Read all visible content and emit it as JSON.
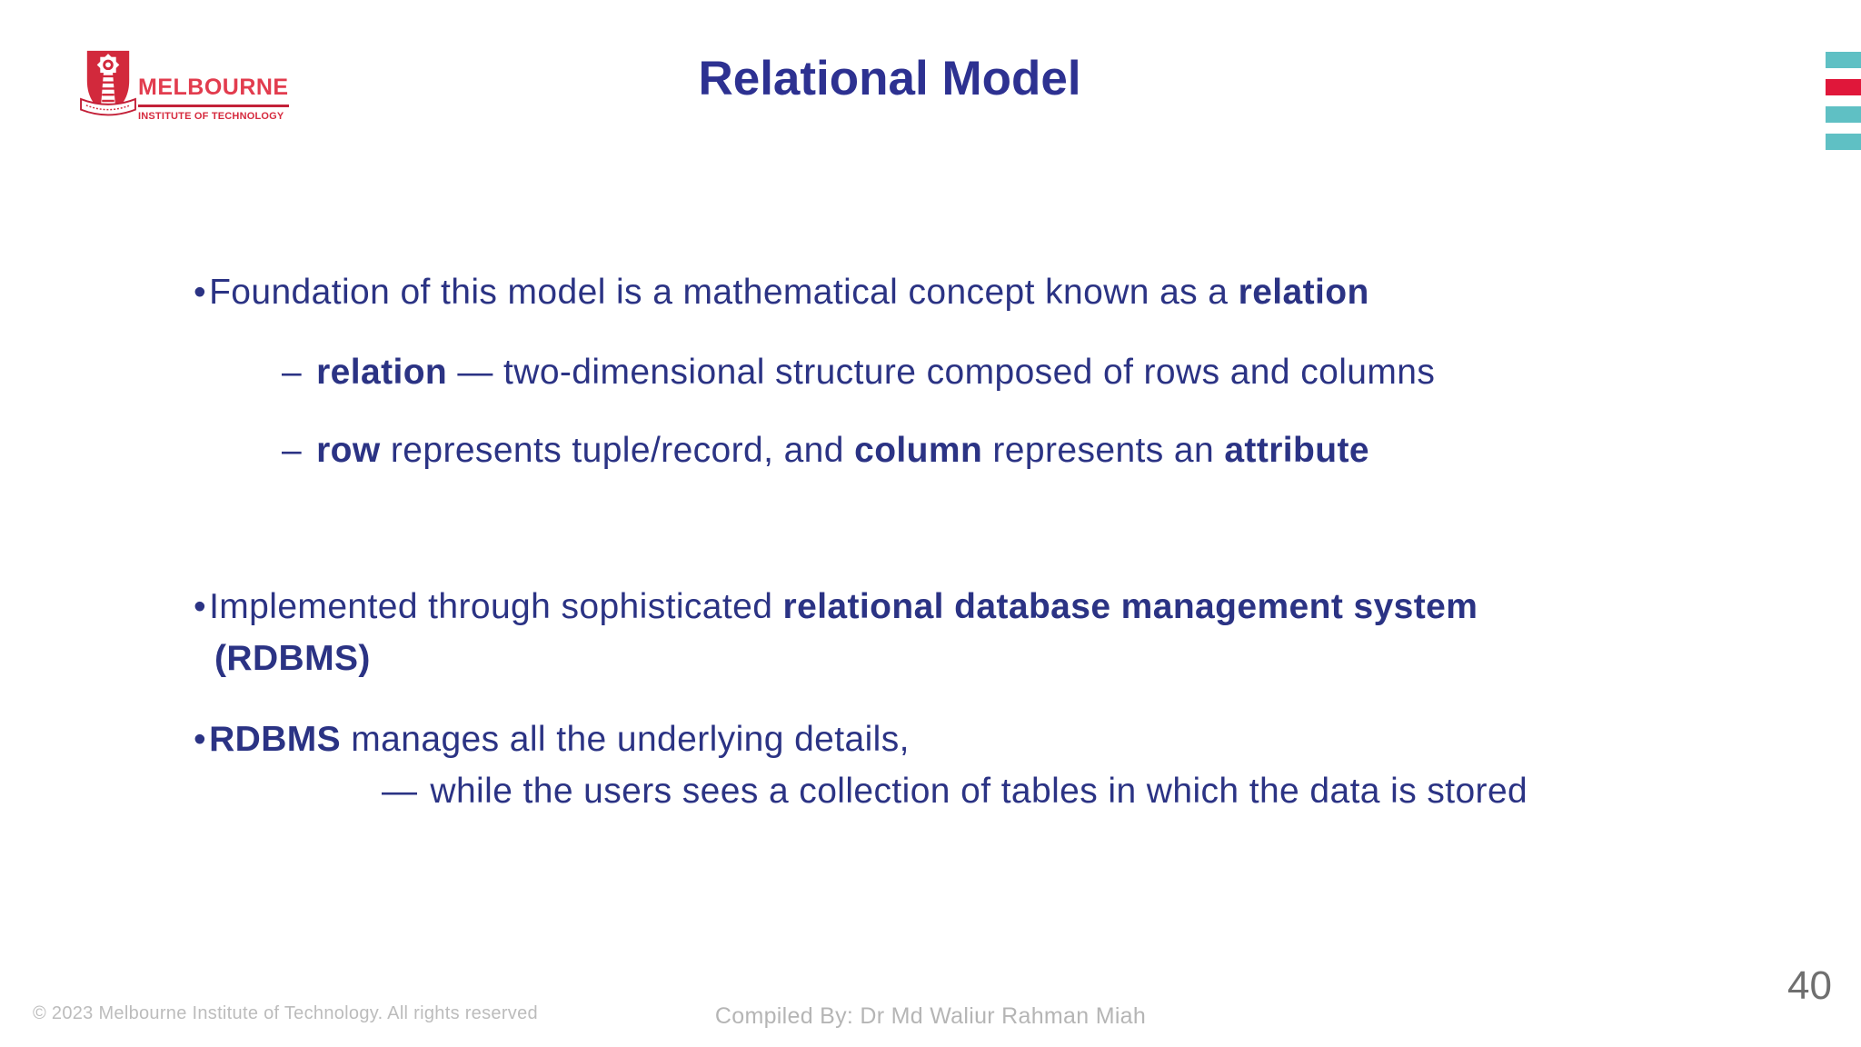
{
  "slide": {
    "title": "Relational Model",
    "page_number": "40"
  },
  "logo": {
    "wordmark": "MELBOURNE",
    "subtitle": "INSTITUTE OF TECHNOLOGY"
  },
  "decor": {
    "bars": [
      {
        "name": "bar-teal-1",
        "color": "#5fc0c4"
      },
      {
        "name": "bar-red",
        "color": "#e0173a"
      },
      {
        "name": "bar-teal-2",
        "color": "#5fc0c4"
      },
      {
        "name": "bar-teal-3",
        "color": "#5fc0c4"
      }
    ]
  },
  "colors": {
    "title_navy": "#2d3191",
    "body_navy": "#2b3384",
    "logo_red": "#d2293c",
    "bar_teal": "#5fc0c4",
    "bar_red": "#e0173a",
    "footer_gray": "#b5b5b5",
    "page_number_gray": "#6f6f6f"
  },
  "content": {
    "bullet1": {
      "marker": "•",
      "parts": [
        {
          "text": "Foundation of this model is a mathematical concept known as a ",
          "bold": false
        },
        {
          "text": "relation",
          "bold": true
        }
      ]
    },
    "sub1": {
      "marker": "–",
      "parts": [
        {
          "text": "relation",
          "bold": true
        },
        {
          "text": " — two-dimensional structure composed of rows and columns",
          "bold": false
        }
      ]
    },
    "sub2": {
      "marker": "–",
      "parts": [
        {
          "text": "row",
          "bold": true
        },
        {
          "text": " represents tuple/record, and ",
          "bold": false
        },
        {
          "text": "column",
          "bold": true
        },
        {
          "text": " represents an ",
          "bold": false
        },
        {
          "text": "attribute",
          "bold": true
        }
      ]
    },
    "bullet2_line1": {
      "marker": "•",
      "parts": [
        {
          "text": "Implemented through sophisticated ",
          "bold": false
        },
        {
          "text": "relational database management system",
          "bold": true
        }
      ]
    },
    "bullet2_line2": {
      "parts": [
        {
          "text": "(RDBMS)",
          "bold": true
        }
      ]
    },
    "bullet3": {
      "marker": "•",
      "parts": [
        {
          "text": "RDBMS",
          "bold": true
        },
        {
          "text": " manages all the underlying details,",
          "bold": false
        }
      ]
    },
    "sub3": {
      "marker": "—",
      "parts": [
        {
          "text": "while the users sees a collection of tables in which the data is stored",
          "bold": false
        }
      ]
    }
  },
  "footer": {
    "copyright": "© 2023 Melbourne Institute of Technology. All rights reserved",
    "compiled_by": "Compiled By: Dr Md Waliur Rahman Miah"
  }
}
